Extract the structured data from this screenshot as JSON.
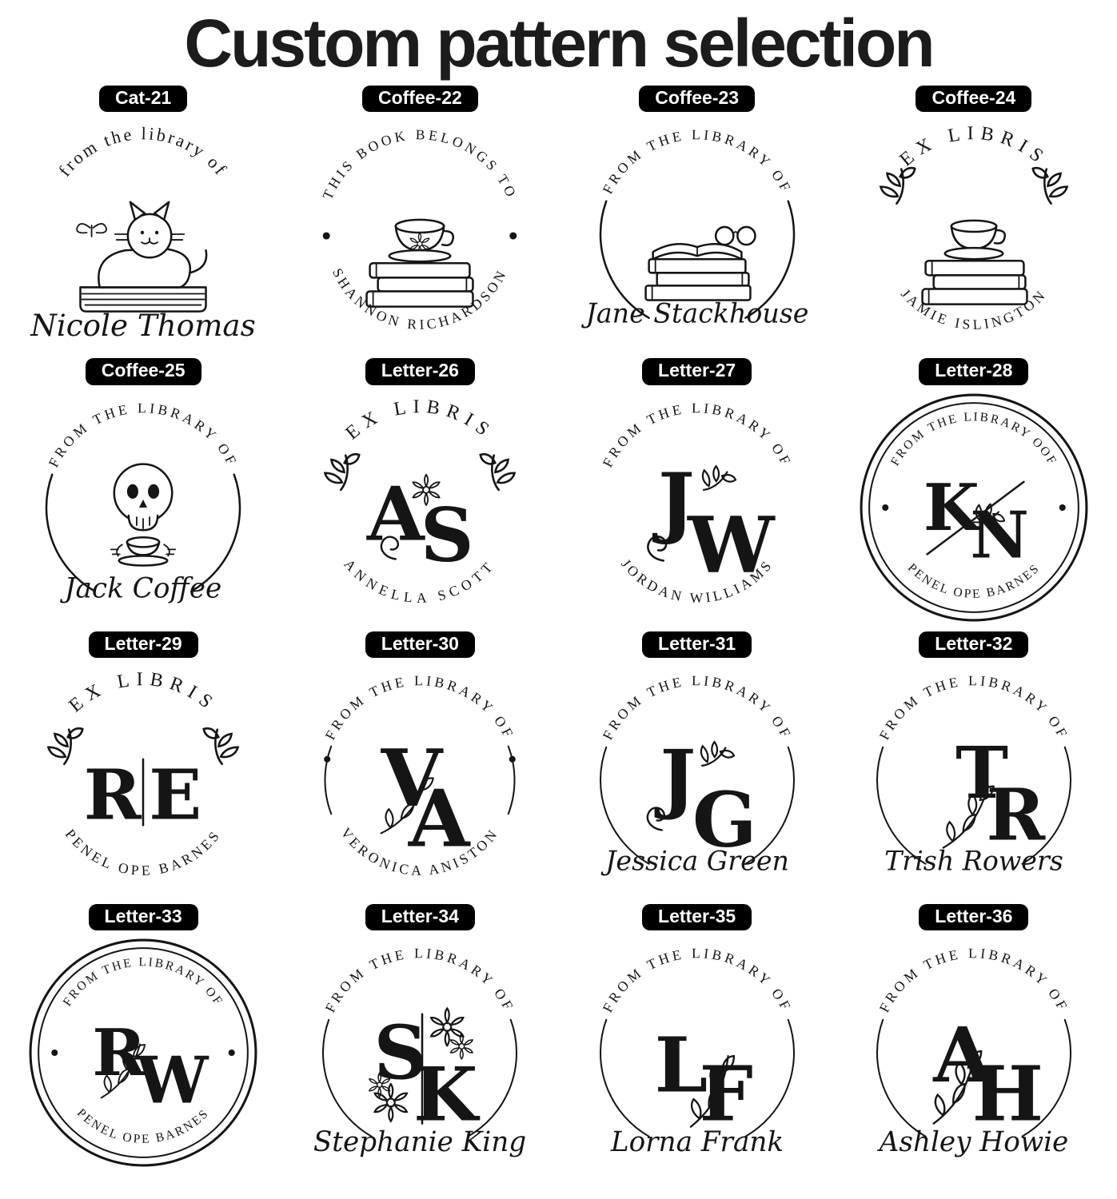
{
  "page": {
    "title": "Custom pattern selection"
  },
  "colors": {
    "ink": "#151515",
    "label_bg": "#000000",
    "label_text": "#ffffff",
    "background": "#ffffff"
  },
  "stamps": [
    {
      "id": "Cat-21",
      "arc_top": "from the library of",
      "name_script": "Nicole Thomas",
      "motif": "cat-on-book-icon"
    },
    {
      "id": "Coffee-22",
      "arc_top": "THIS BOOK BELONGS TO",
      "arc_bottom": "SHANNON RICHARDSON",
      "motif": "teacup-on-books-icon"
    },
    {
      "id": "Coffee-23",
      "arc_top": "FROM THE LIBRARY OF",
      "name_script": "Jane Stackhouse",
      "motif": "books-with-glasses-icon"
    },
    {
      "id": "Coffee-24",
      "arc_top": "EX LIBRIS",
      "arc_bottom": "JAMIE ISLINGTON",
      "motif": "teacup-on-books-icon"
    },
    {
      "id": "Coffee-25",
      "arc_top": "FROM THE LIBRARY OF",
      "name_script": "Jack Coffee",
      "motif": "skull-with-coffee-icon"
    },
    {
      "id": "Letter-26",
      "arc_top": "EX LIBRIS",
      "arc_bottom": "ANNELLA SCOTT",
      "monogram": [
        "A",
        "S"
      ]
    },
    {
      "id": "Letter-27",
      "arc_top": "FROM THE LIBRARY OF",
      "arc_bottom": "JORDAN WILLIAMS",
      "monogram": [
        "J",
        "W"
      ]
    },
    {
      "id": "Letter-28",
      "arc_top": "FROM THE LIBRARY OOF",
      "arc_bottom": "PENEL OPE BARNES",
      "monogram": [
        "K",
        "N"
      ]
    },
    {
      "id": "Letter-29",
      "arc_top": "EX LIBRIS",
      "arc_bottom": "PENEL OPE BARNES",
      "monogram": [
        "R",
        "E"
      ]
    },
    {
      "id": "Letter-30",
      "arc_top": "FROM THE LIBRARY OF",
      "arc_bottom": "VERONICA ANISTON",
      "monogram": [
        "V",
        "A"
      ]
    },
    {
      "id": "Letter-31",
      "arc_top": "FROM THE LIBRARY OF",
      "name_script": "Jessica Green",
      "monogram": [
        "J",
        "G"
      ]
    },
    {
      "id": "Letter-32",
      "arc_top": "FROM THE LIBRARY OF",
      "name_script": "Trish Rowers",
      "monogram": [
        "T",
        "R"
      ]
    },
    {
      "id": "Letter-33",
      "arc_top": "FROM THE LIBRARY OF",
      "arc_bottom": "PENEL OPE BARNES",
      "monogram": [
        "R",
        "W"
      ]
    },
    {
      "id": "Letter-34",
      "arc_top": "FROM THE LIBRARY OF",
      "name_script": "Stephanie King",
      "monogram": [
        "S",
        "K"
      ]
    },
    {
      "id": "Letter-35",
      "arc_top": "FROM THE LIBRARY OF",
      "name_script": "Lorna Frank",
      "monogram": [
        "L",
        "F"
      ]
    },
    {
      "id": "Letter-36",
      "arc_top": "FROM THE LIBRARY OF",
      "name_script": "Ashley Howie",
      "monogram": [
        "A",
        "H"
      ]
    }
  ]
}
